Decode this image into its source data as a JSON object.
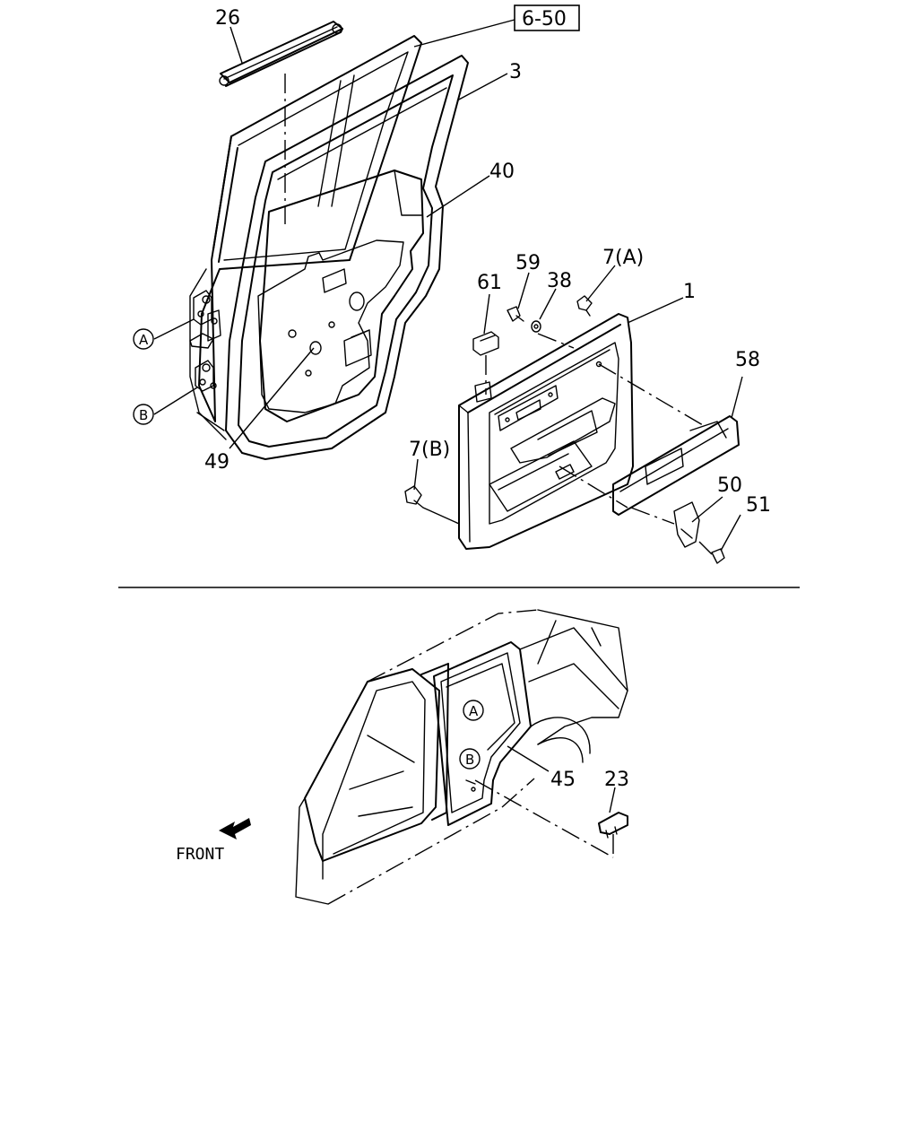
{
  "ref_box": "6-50",
  "callouts": {
    "c26": "26",
    "c3": "3",
    "c40": "40",
    "c59": "59",
    "c7a": "7(A)",
    "c61": "61",
    "c38": "38",
    "c1": "1",
    "c58": "58",
    "c49": "49",
    "c7b": "7(B)",
    "c50": "50",
    "c51": "51",
    "c45": "45",
    "c23": "23"
  },
  "markers": {
    "a": "A",
    "b": "B"
  },
  "front_label": "FRONT"
}
